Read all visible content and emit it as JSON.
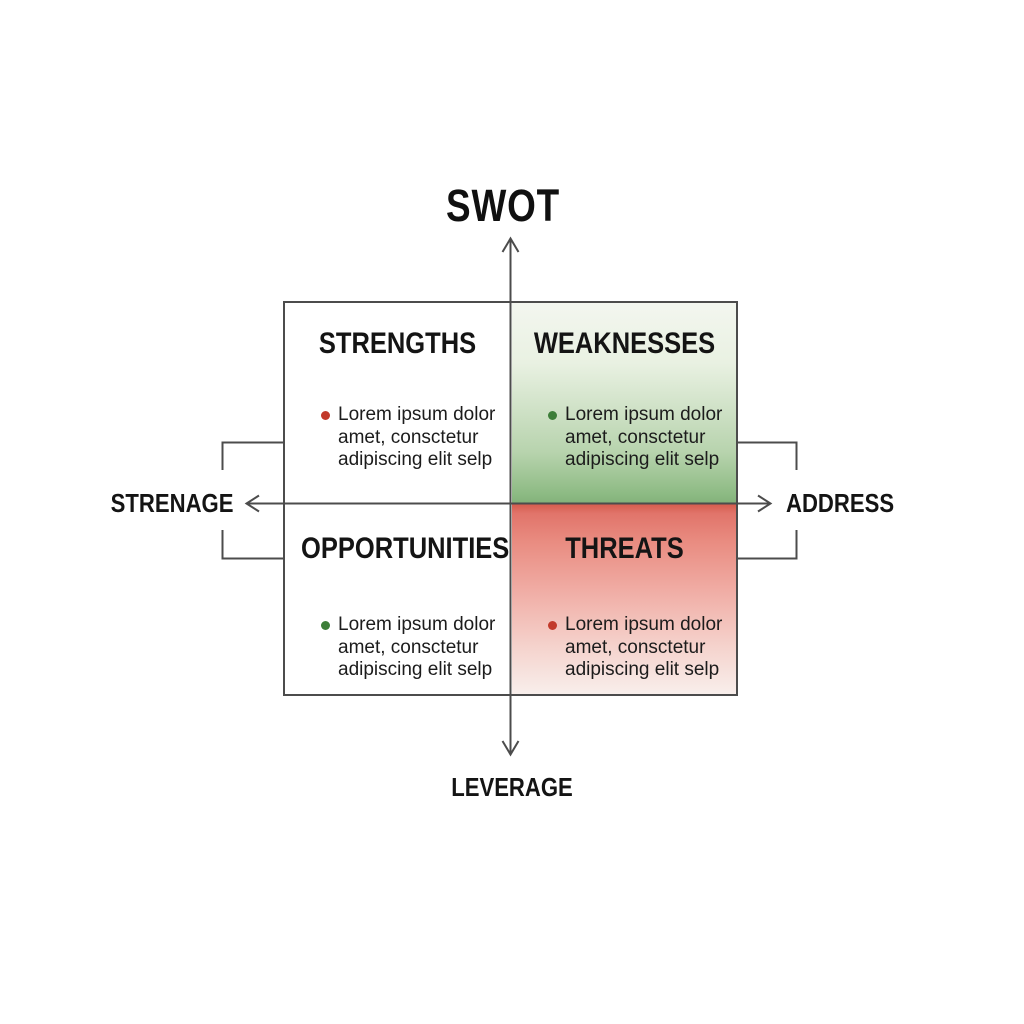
{
  "title": "SWOT",
  "axis_labels": {
    "left": "STRENAGE",
    "right": "ADDRESS",
    "bottom": "LEVERAGE"
  },
  "quadrants": [
    {
      "id": "strengths",
      "label": "STRENGTHS",
      "bullet_color": "#c23a2b",
      "text": "Lorem ipsum dolor\namet, consctetur\nadipiscing elit selp"
    },
    {
      "id": "weaknesses",
      "label": "WEAKNESSES",
      "bullet_color": "#3d7e39",
      "text": "Lorem ipsum dolor\namet, consctetur\nadipiscing elit selp"
    },
    {
      "id": "opportunities",
      "label": "OPPORTUNITIES",
      "bullet_color": "#3d7e39",
      "text": "Lorem ipsum dolor\namet, consctetur\nadipiscing elit selp"
    },
    {
      "id": "threats",
      "label": "THREATS",
      "bullet_color": "#c23a2b",
      "text": "Lorem ipsum dolor\namet, consctetur\nadipiscing elit selp"
    }
  ],
  "colors": {
    "line": "#4c4c4c",
    "heading_text": "#141414",
    "body_text": "#1c1c1c",
    "bullet_red": "#c23a2b",
    "bullet_green": "#3d7e39",
    "green_gradient_top": "#f3f6ef",
    "green_gradient_bottom": "#83b27a",
    "red_gradient_top": "#d55c4d",
    "red_gradient_bottom": "#f8efec"
  }
}
